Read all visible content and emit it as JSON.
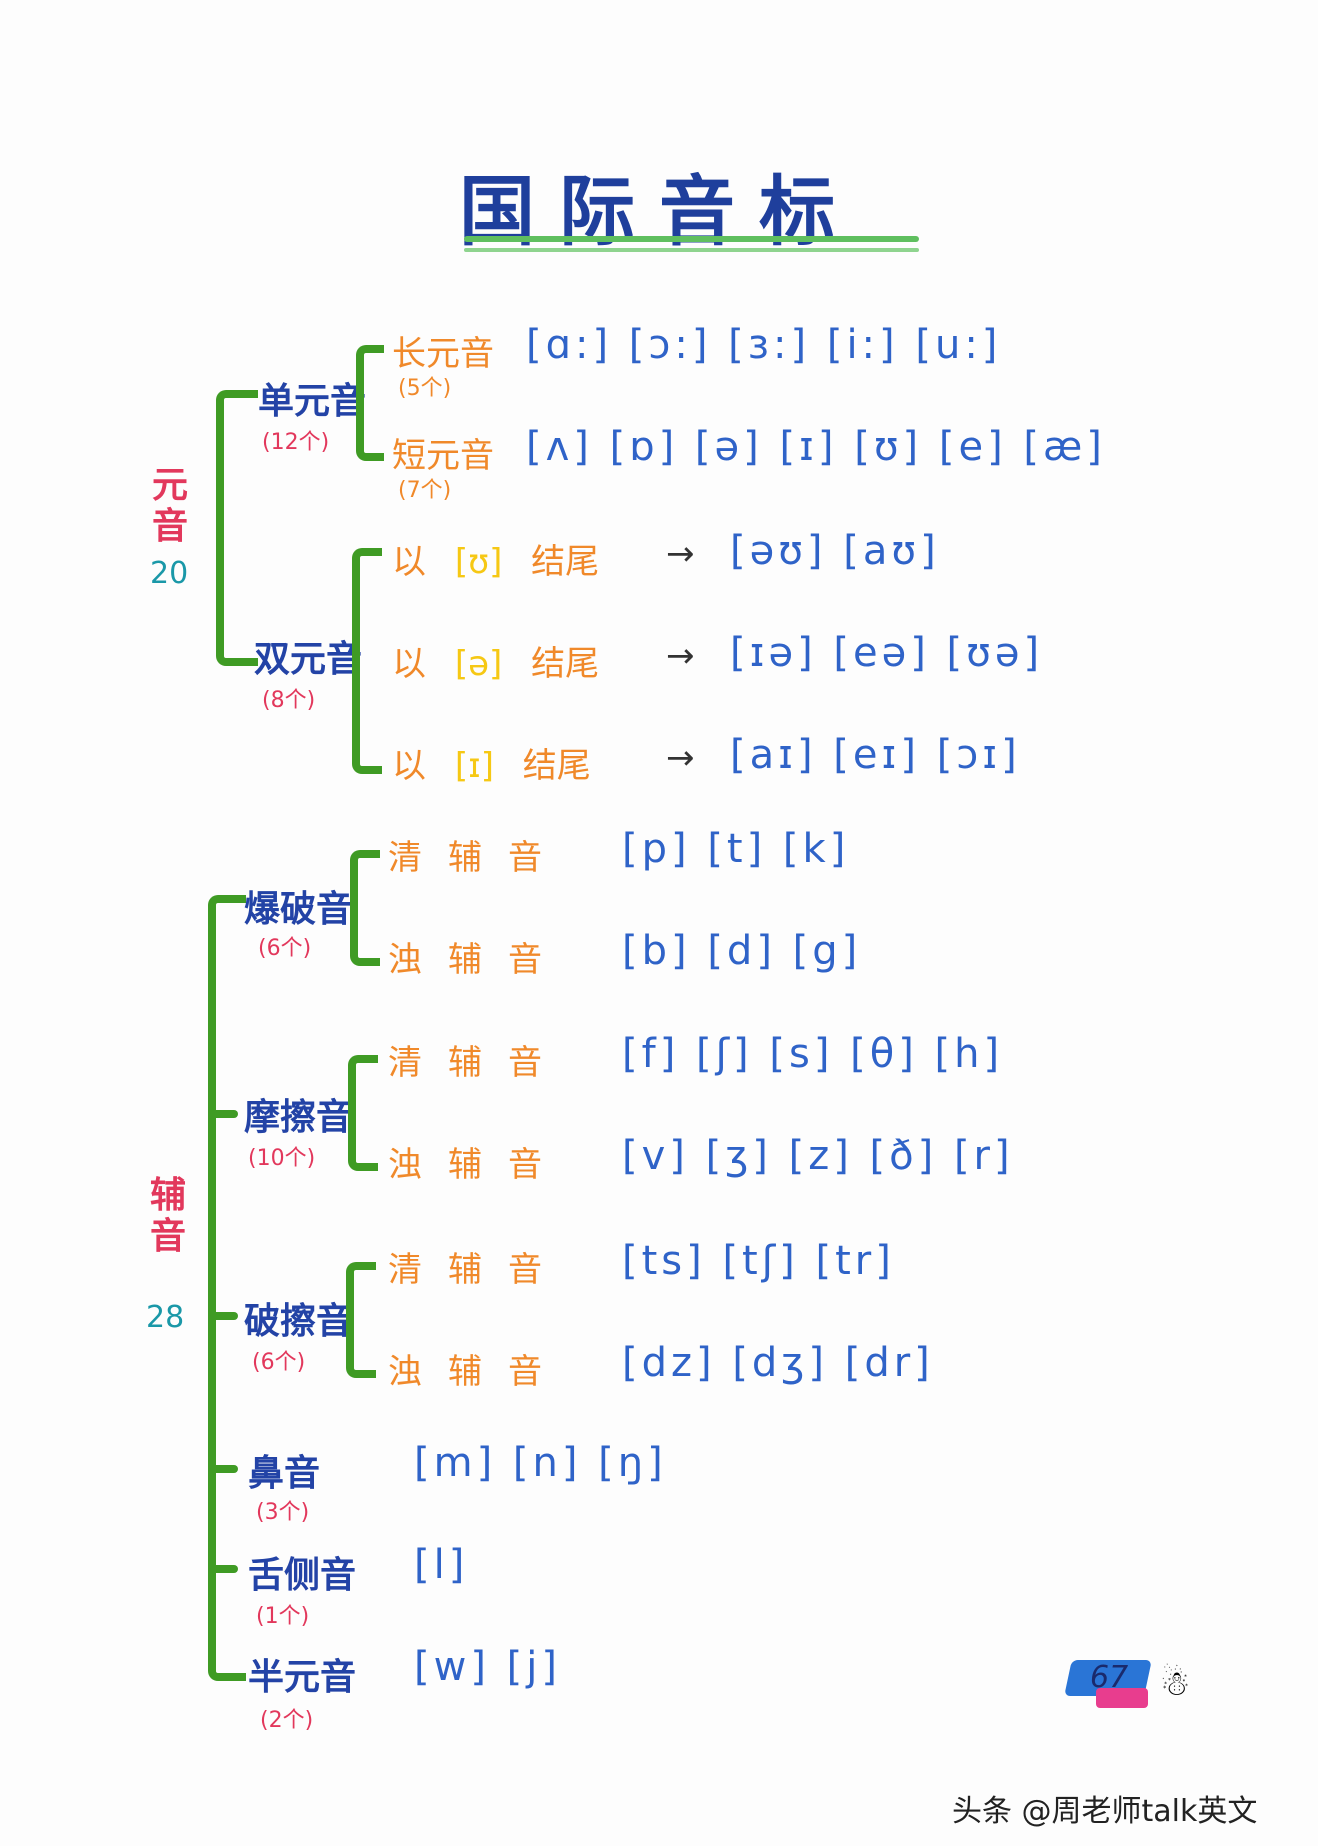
{
  "title": "国际音标",
  "vowel": {
    "label": "元音",
    "count": "20",
    "monophthong": {
      "label": "单元音",
      "count": "(12个)",
      "long": {
        "label": "长元音",
        "count": "(5个)",
        "ipa": "[ɑ:] [ɔ:] [ɜ:] [i:] [u:]"
      },
      "short": {
        "label": "短元音",
        "count": "(7个)",
        "ipa": "[ʌ] [ɒ] [ə] [ɪ] [ʊ] [e] [æ]"
      }
    },
    "diphthong": {
      "label": "双元音",
      "count": "(8个)",
      "rows": [
        {
          "pre": "以",
          "mark": "[ʊ]",
          "post": "结尾",
          "arrow": "→",
          "ipa": "[əʊ] [aʊ]"
        },
        {
          "pre": "以",
          "mark": "[ə]",
          "post": "结尾",
          "arrow": "→",
          "ipa": "[ɪə] [eə] [ʊə]"
        },
        {
          "pre": "以",
          "mark": "[ɪ]",
          "post": "结尾",
          "arrow": "→",
          "ipa": "[aɪ] [eɪ] [ɔɪ]"
        }
      ]
    }
  },
  "consonant": {
    "label": "辅音",
    "count": "28",
    "plosive": {
      "label": "爆破音",
      "count": "(6个)",
      "voiceless": {
        "label": "清辅音",
        "ipa": "[p] [t] [k]"
      },
      "voiced": {
        "label": "浊辅音",
        "ipa": "[b] [d] [g]"
      }
    },
    "fricative": {
      "label": "摩擦音",
      "count": "(10个)",
      "voiceless": {
        "label": "清辅音",
        "ipa": "[f] [ʃ] [s] [θ] [h]"
      },
      "voiced": {
        "label": "浊辅音",
        "ipa": "[v] [ʒ] [z] [ð] [r]"
      }
    },
    "affricate": {
      "label": "破擦音",
      "count": "(6个)",
      "voiceless": {
        "label": "清辅音",
        "ipa": "[ts] [tʃ] [tr]"
      },
      "voiced": {
        "label": "浊辅音",
        "ipa": "[dz] [dʒ] [dr]"
      }
    },
    "nasal": {
      "label": "鼻音",
      "count": "(3个)",
      "ipa": "[m] [n] [ŋ]"
    },
    "lateral": {
      "label": "舌侧音",
      "count": "(1个)",
      "ipa": "[l]"
    },
    "semivowel": {
      "label": "半元音",
      "count": "(2个)",
      "ipa": "[w] [j]"
    }
  },
  "page_number": "67",
  "watermark": "头条 @周老师talk英文"
}
